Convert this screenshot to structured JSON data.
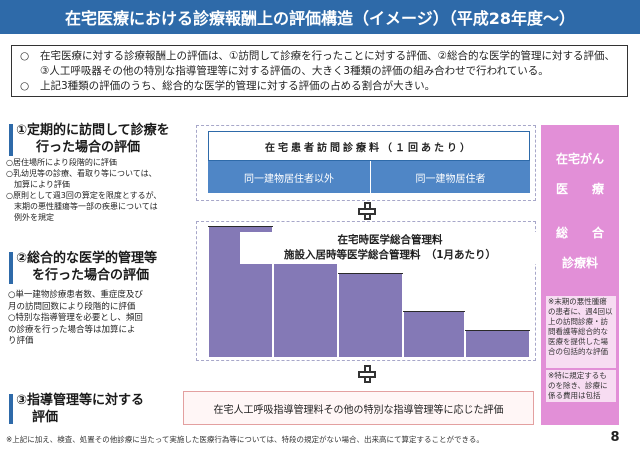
{
  "title": "在宅医療における診療報酬上の評価構造（イメージ）（平成28年度～）",
  "summary": {
    "line1_mark": "○",
    "line1": "在宅医療に対する診療報酬上の評価は、①訪問して診療を行ったことに対する評価、②総合的な医学的管理に対する評価、",
    "line1b": "③人工呼吸器その他の特別な指導管理等に対する評価の、大きく3種類の評価の組み合わせで行われている。",
    "line2_mark": "○",
    "line2": "上記3種類の評価のうち、総合的な医学的管理に対する評価の占める割合が大きい。"
  },
  "section1": {
    "title_line1": "①定期的に訪問して診療を",
    "title_line2": "行った場合の評価",
    "notes": [
      "○居住場所により段階的に評価",
      "○乳幼児等の診療、看取り等については、",
      "　加算により評価",
      "○原則として週3回の算定を限度とするが、",
      "　末期の悪性腫瘍等一部の疾患については",
      "　例外を規定"
    ],
    "top_label": "在宅患者訪問診療料（１回あたり）",
    "cell_left": "同一建物居住者以外",
    "cell_right": "同一建物居住者"
  },
  "section2": {
    "title_line1": "②総合的な医学的管理等",
    "title_line2": "を行った場合の評価",
    "notes": [
      "○単一建物診療患者数、重症度及び",
      "月の訪問回数により段階的に評価",
      "○特別な指導管理を必要とし、頻回",
      "の診療を行った場合等は加算によ",
      "り評価"
    ],
    "label_line1": "在宅時医学総合管理料",
    "label_line2": "施設入居時等医学総合管理料　（1月あたり）"
  },
  "section3": {
    "title_line1": "③指導管理等に対する",
    "title_line2": "評価",
    "box_text": "在宅人工呼吸指導管理料その他の特別な指導管理等に応じた評価"
  },
  "pink": {
    "line1": "在宅がん",
    "line2": "医　　療",
    "line3": "総　　合",
    "line4": "診療料",
    "note1": "※末期の悪性腫瘍の患者に、週4回以上の訪問診療・訪問看護等総合的な医療を提供した場合の包括的な評価",
    "note2": "※特に規定するものを除き、診療に係る費用は包括"
  },
  "footnote": "※上記に加え、検査、処置その他診療に当たって実施した医療行為等については、特段の規定がない場合、出来高にて算定することができる。",
  "page_number": "8",
  "colors": {
    "title_bg": "#2e6aa9",
    "blue_cell": "#4f86c6",
    "purple": "#8479b6",
    "pink": "#e28fd7"
  }
}
